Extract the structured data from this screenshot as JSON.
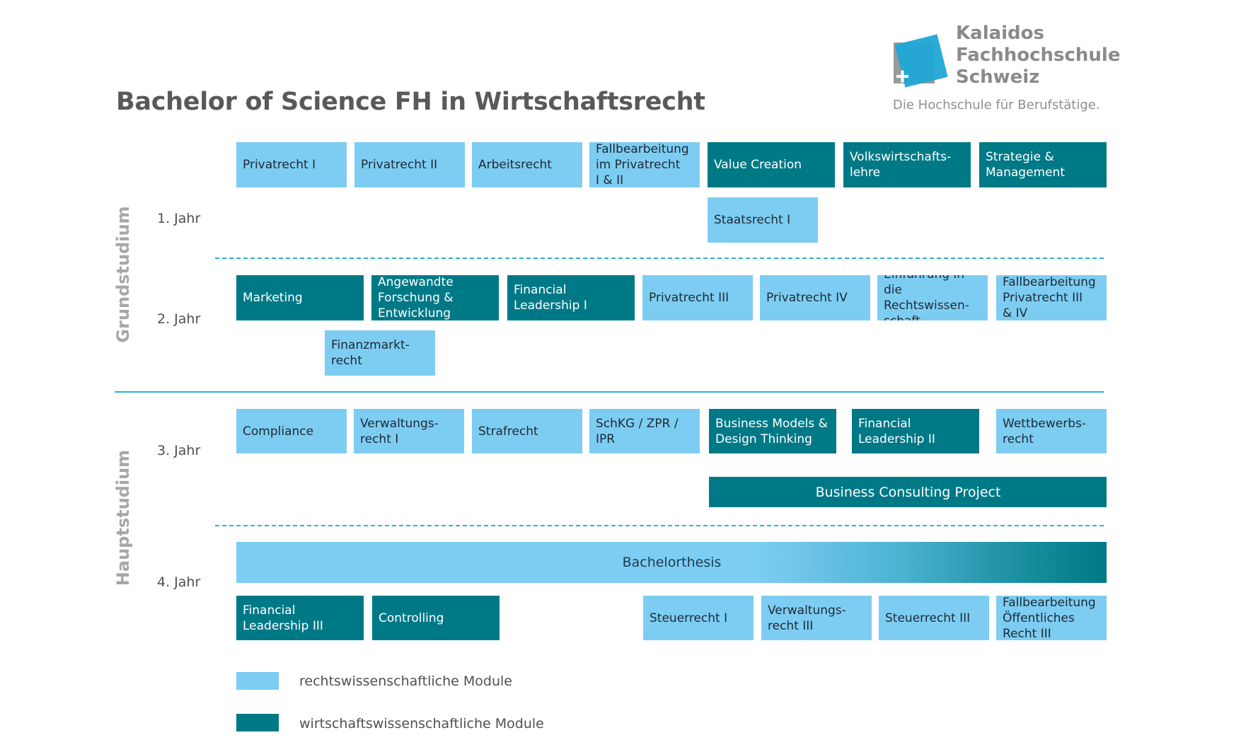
{
  "title": "Bachelor of Science FH in Wirtschaftsrecht",
  "logo": {
    "icon": "kalaidos-cross-logo-icon",
    "line1": "Kalaidos",
    "line2": "Fachhochschule",
    "line3": "Schweiz",
    "tagline": "Die Hochschule für Berufstätige.",
    "colors": {
      "accent": "#1fa7d6",
      "gray": "#8a8a8a"
    }
  },
  "phases": {
    "grund": "Grundstudium",
    "haupt": "Hauptstudium"
  },
  "years": {
    "y1": "1. Jahr",
    "y2": "2. Jahr",
    "y3": "3. Jahr",
    "y4": "4. Jahr"
  },
  "colors": {
    "rechts": "#7dcdf3",
    "wirtschaft": "#007987",
    "divider": "#2bb3d9"
  },
  "modules": [
    {
      "label": "Privatrecht I",
      "type": "rechts"
    },
    {
      "label": "Privatrecht II",
      "type": "rechts"
    },
    {
      "label": "Arbeitsrecht",
      "type": "rechts"
    },
    {
      "label": "Fallbearbeitung\nim Privatrecht\nI & II",
      "type": "rechts"
    },
    {
      "label": "Value Creation",
      "type": "wirtschaft"
    },
    {
      "label": "Volkswirtschafts-\nlehre",
      "type": "wirtschaft"
    },
    {
      "label": "Strategie &\nManagement",
      "type": "wirtschaft"
    },
    {
      "label": "Staatsrecht I",
      "type": "rechts"
    },
    {
      "label": "Marketing",
      "type": "wirtschaft"
    },
    {
      "label": "Angewandte\nForschung &\nEntwicklung",
      "type": "wirtschaft"
    },
    {
      "label": "Financial\nLeadership I",
      "type": "wirtschaft"
    },
    {
      "label": "Privatrecht III",
      "type": "rechts"
    },
    {
      "label": "Privatrecht IV",
      "type": "rechts"
    },
    {
      "label": "Einführung in die\nRechtswissen-\nschaft",
      "type": "rechts"
    },
    {
      "label": "Fallbearbeitung\nPrivatrecht III\n& IV",
      "type": "rechts"
    },
    {
      "label": "Finanzmarkt-\nrecht",
      "type": "rechts"
    },
    {
      "label": "Compliance",
      "type": "rechts"
    },
    {
      "label": "Verwaltungs-\nrecht I",
      "type": "rechts"
    },
    {
      "label": "Strafrecht",
      "type": "rechts"
    },
    {
      "label": "SchKG / ZPR /\nIPR",
      "type": "rechts"
    },
    {
      "label": "Business Models &\nDesign Thinking",
      "type": "wirtschaft"
    },
    {
      "label": "Financial\nLeadership II",
      "type": "wirtschaft"
    },
    {
      "label": "Wettbewerbs-\nrecht",
      "type": "rechts"
    },
    {
      "label": "Business Consulting Project",
      "type": "wirtschaft"
    },
    {
      "label": "Bachelorthesis",
      "type": "rechts-wirtschaft"
    },
    {
      "label": "Financial\nLeadership III",
      "type": "wirtschaft"
    },
    {
      "label": "Controlling",
      "type": "wirtschaft"
    },
    {
      "label": "Steuerrecht I",
      "type": "rechts"
    },
    {
      "label": "Verwaltungs-\nrecht III",
      "type": "rechts"
    },
    {
      "label": "Steuerrecht III",
      "type": "rechts"
    },
    {
      "label": "Fallbearbeitung\nÖffentliches\nRecht III",
      "type": "rechts"
    }
  ],
  "legend": {
    "rechts": "rechtswissenschaftliche Module",
    "wirtschaft": "wirtschaftswissenschaftliche Module"
  }
}
